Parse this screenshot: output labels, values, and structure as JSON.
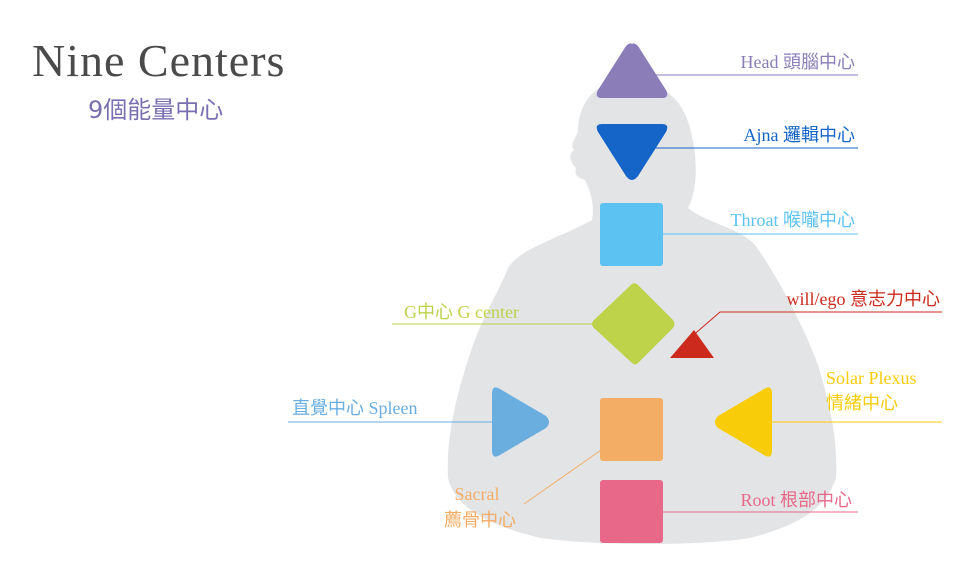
{
  "title": {
    "main": "Nine Centers",
    "sub": "9個能量中心",
    "sub_color": "#7b6fb0"
  },
  "colors": {
    "body": "#e3e4e6",
    "head": "#8a7db8",
    "ajna": "#1565c8",
    "throat": "#5bc2f2",
    "g": "#bed24a",
    "will": "#cc2a1c",
    "spleen": "#6aaee0",
    "sacral": "#f4ad64",
    "solar": "#f8cc08",
    "root": "#e8688a"
  },
  "centers": {
    "head": "Head 頭腦中心",
    "ajna": "Ajna  邏輯中心",
    "throat": "Throat 喉嚨中心",
    "will": "will/ego 意志力中心",
    "g": "G中心 G center",
    "solar_line1": "Solar Plexus",
    "solar_line2": "情緒中心",
    "spleen": "直覺中心 Spleen",
    "sacral_line1": "Sacral",
    "sacral_line2": "薦骨中心",
    "root": "Root 根部中心"
  }
}
